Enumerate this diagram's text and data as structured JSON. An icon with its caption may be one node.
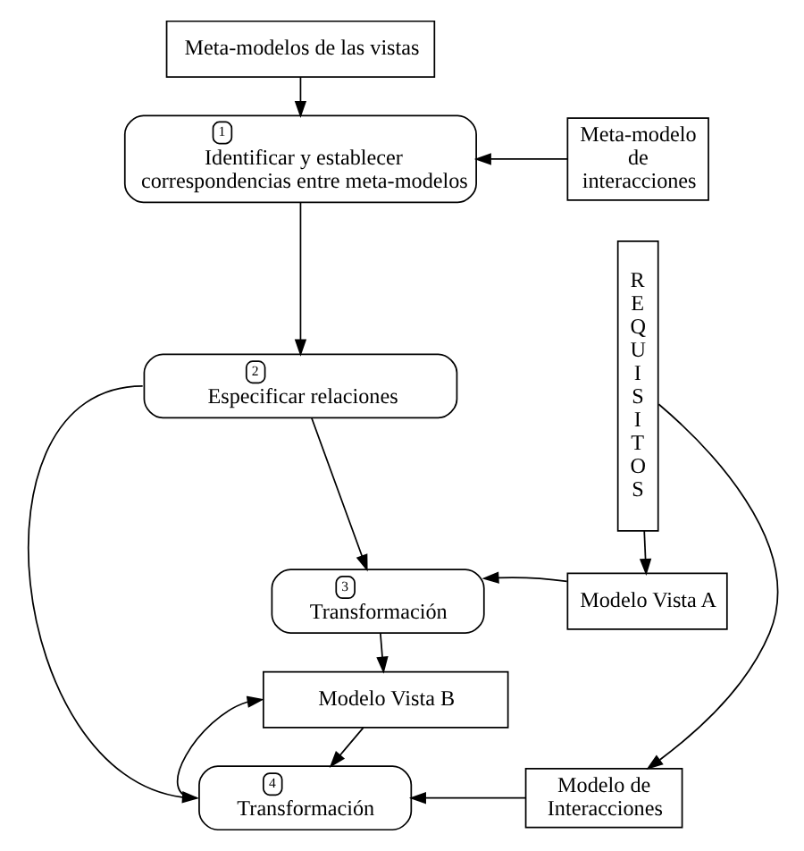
{
  "diagram": {
    "nodes": [
      {
        "text": [
          "Meta-modelos de las vistas"
        ]
      },
      {
        "text": [
          "1",
          "Identificar y establecer correspondencias entre meta-modelos"
        ]
      },
      {
        "text": [
          "Meta-modelo de interacciones"
        ]
      },
      {
        "text": [
          "2",
          "Especificar relaciones"
        ]
      },
      {
        "text": [
          "3",
          "Transformación"
        ]
      },
      {
        "text": [
          "Modelo Vista A"
        ]
      },
      {
        "text": [
          "Modelo Vista B"
        ]
      },
      {
        "text": [
          "4",
          "Transformación"
        ]
      },
      {
        "text": [
          "Modelo de Interacciones"
        ]
      },
      {
        "text": [
          "REQUISITOS"
        ]
      }
    ],
    "edges": [
      {
        "from": 0,
        "to": 1,
        "arrow": "to"
      },
      {
        "from": 2,
        "to": 1,
        "arrow": "to"
      },
      {
        "from": 1,
        "to": 3,
        "arrow": "to"
      },
      {
        "from": 3,
        "to": 4,
        "arrow": "to"
      },
      {
        "from": 5,
        "to": 4,
        "arrow": "to"
      },
      {
        "from": 4,
        "to": 6,
        "arrow": "to"
      },
      {
        "from": 6,
        "to": 7,
        "arrow": "to"
      },
      {
        "from": 8,
        "to": 7,
        "arrow": "to"
      },
      {
        "from": 9,
        "to": 5,
        "arrow": "to"
      },
      {
        "from": 9,
        "to": 8,
        "arrow": "to"
      },
      {
        "from": 3,
        "to": 7,
        "arrow": "to"
      },
      {
        "from": 7,
        "to": 6,
        "arrow": "to"
      }
    ]
  }
}
